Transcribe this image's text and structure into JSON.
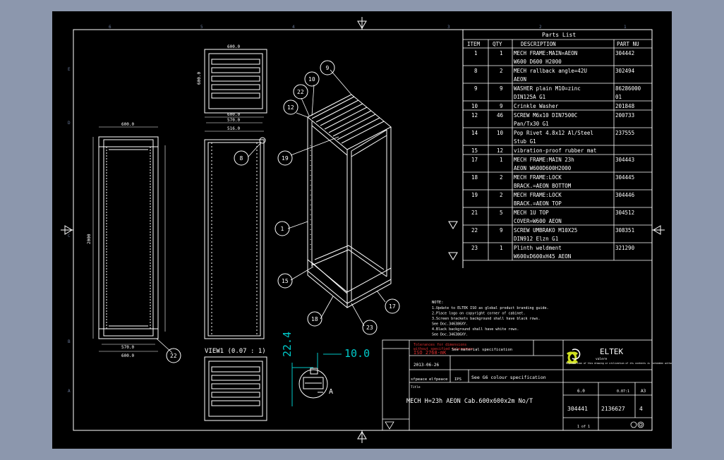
{
  "parts_list": {
    "title": "Parts List",
    "headers": [
      "ITEM",
      "QTY",
      "DESCRIPTION",
      "PART NU"
    ],
    "rows": [
      {
        "item": "1",
        "qty": "1",
        "desc": [
          "MECH FRAME:MAIN=AEON",
          "W600 D600 H2000"
        ],
        "part": [
          "304442"
        ]
      },
      {
        "item": "8",
        "qty": "2",
        "desc": [
          "MECH rallback angle=42U",
          "AEON"
        ],
        "part": [
          "302494"
        ]
      },
      {
        "item": "9",
        "qty": "9",
        "desc": [
          "WASHER plain M10=zinc",
          "DIN125A G1"
        ],
        "part": [
          "86286000",
          "01"
        ]
      },
      {
        "item": "10",
        "qty": "9",
        "desc": [
          "Crinkle Washer"
        ],
        "part": [
          "201848"
        ]
      },
      {
        "item": "12",
        "qty": "46",
        "desc": [
          "SCREW M6x10 DIN7500C",
          "Pan/Tx30 G1"
        ],
        "part": [
          "200733"
        ]
      },
      {
        "item": "14",
        "qty": "10",
        "desc": [
          "Pop Rivet 4.8x12 Al/Steel",
          "Stub G1"
        ],
        "part": [
          "237555"
        ]
      },
      {
        "item": "15",
        "qty": "12",
        "desc": [
          "vibration-proof rubber mat"
        ],
        "part": [
          ""
        ]
      },
      {
        "item": "17",
        "qty": "1",
        "desc": [
          "MECH FRAME:MAIN 23h",
          "AEON W600D600H2000"
        ],
        "part": [
          "304443"
        ]
      },
      {
        "item": "18",
        "qty": "2",
        "desc": [
          "MECH FRAME:LOCK",
          "BRACK.=AEON BOTTOM"
        ],
        "part": [
          "304445"
        ]
      },
      {
        "item": "19",
        "qty": "2",
        "desc": [
          "MECH FRAME:LOCK",
          "BRACK.=AEON TOP"
        ],
        "part": [
          "304446"
        ]
      },
      {
        "item": "21",
        "qty": "5",
        "desc": [
          "MECH 1U TOP",
          "COVER=W600 AEON"
        ],
        "part": [
          "304512"
        ]
      },
      {
        "item": "22",
        "qty": "9",
        "desc": [
          "SCREW UMBRAKO M10X25",
          "DIN912 Elzn G1"
        ],
        "part": [
          "308351"
        ]
      },
      {
        "item": "23",
        "qty": "1",
        "desc": [
          "Plinth weldment",
          "W600xD600xH45 AEON"
        ],
        "part": [
          "321290"
        ]
      }
    ]
  },
  "balloons": [
    "9",
    "10",
    "22",
    "12",
    "19",
    "8",
    "1",
    "15",
    "18",
    "23",
    "17",
    "22"
  ],
  "view_label": "VIEW1 (0.07 : 1)",
  "dims": {
    "front_w": "600.0",
    "front_w2": "570.0",
    "front_w3": "600.0",
    "front_h": "2000",
    "side_w": "600.0",
    "side_w2": "570.0",
    "side_w3": "516.0",
    "top_w": "600.0",
    "top_h": "600.0",
    "detail_h": "22.4",
    "detail_w": "10.0",
    "detail_label": "A"
  },
  "notes": {
    "header": "NOTE:",
    "lines": [
      "1.Update to ELTEK ISO as global product branding guide.",
      "2.Place logo on copyright corner of cabinet.",
      "3.Screen brackets background shall have black rows.",
      "  See Doc.346386XY.",
      "4.Black background shall have white rows.",
      "  See Doc.346386XY."
    ]
  },
  "title_block": {
    "tolerance": [
      "Tolerances for dimensions",
      "without specified tolerances",
      "ISO 2768-mK"
    ],
    "surface": "See material specification",
    "colour": "See G6 colour specification",
    "date": "2013-06-26",
    "drawn": "sfpeace",
    "checked": "elfpeace",
    "approved": "IPS",
    "title_caption": "Title",
    "title": "MECH H=23h AEON Cab.600x600x2m  No/T",
    "drawing_no": "304441",
    "doc_no": "2136627",
    "rev": "4",
    "scale": "0.07:1",
    "sheet": "1 of 1",
    "size": "A3",
    "weight": "6.0",
    "company": "ELTEK",
    "company_sub": "valere",
    "copyright": "Reproduction of this drawing or utilization of its contents is forbidden without permission"
  },
  "colors": {
    "line": "#ffffff",
    "dim": "#00c8c8",
    "red": "#e03030",
    "accent": "#d0e020"
  }
}
